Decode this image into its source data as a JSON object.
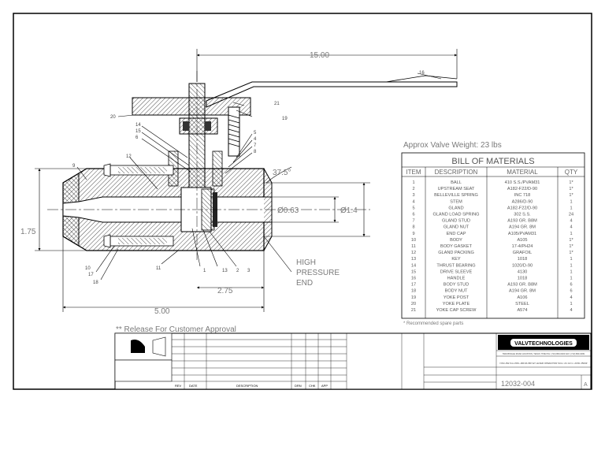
{
  "weight_note": "Approx Valve Weight: 23 lbs",
  "dims": {
    "overall_width": "15.00",
    "handle_angle": "37.5°",
    "bore": "Ø0.63",
    "body_dia": "Ø1.4",
    "height": "1.75",
    "half_length": "2.75",
    "length": "5.00"
  },
  "pressure_note": [
    "HIGH",
    "PRESSURE",
    "END"
  ],
  "release_note": "** Release For Customer Approval",
  "bom": {
    "title": "BILL OF MATERIALS",
    "headers": [
      "ITEM",
      "DESCRIPTION",
      "MATERIAL",
      "QTY"
    ],
    "rows": [
      [
        "1",
        "BALL",
        "410 S.S./PVAM31",
        "1*"
      ],
      [
        "2",
        "UPSTREAM SEAT",
        "A182-F22/D-90",
        "1*"
      ],
      [
        "3",
        "BELLEVILLE SPRING",
        "INC 718",
        "1*"
      ],
      [
        "4",
        "STEM",
        "A286/D-90",
        "1"
      ],
      [
        "5",
        "GLAND",
        "A182-F22/D-90",
        "1"
      ],
      [
        "6",
        "GLAND LOAD SPRING",
        "302 S.S.",
        "24"
      ],
      [
        "7",
        "GLAND STUD",
        "A193 GR. B8M",
        "4"
      ],
      [
        "8",
        "GLAND NUT",
        "A194 GR. 8M",
        "4"
      ],
      [
        "9",
        "END CAP",
        "A105/PVAM31",
        "1"
      ],
      [
        "10",
        "BODY",
        "A105",
        "1*"
      ],
      [
        "11",
        "BODY GASKET",
        "17-4/PH24",
        "1*"
      ],
      [
        "12",
        "GLAND PACKING",
        "GRAFOIL",
        "1*"
      ],
      [
        "13",
        "KEY",
        "1018",
        "1"
      ],
      [
        "14",
        "THRUST BEARING",
        "1020/D-90",
        "1"
      ],
      [
        "15",
        "DRIVE SLEEVE",
        "4130",
        "1"
      ],
      [
        "16",
        "HANDLE",
        "1018",
        "1"
      ],
      [
        "17",
        "BODY STUD",
        "A193 GR. B8M",
        "6"
      ],
      [
        "18",
        "BODY NUT",
        "A194 GR. 8M",
        "6"
      ],
      [
        "19",
        "YOKE POST",
        "A106",
        "4"
      ],
      [
        "20",
        "YOKE PLATE",
        "STEEL",
        "1"
      ],
      [
        "21",
        "YOKE CAP SCREW",
        "A574",
        "4"
      ]
    ],
    "footnote": "* Recommended spare parts"
  },
  "title_block": {
    "company": "VALVTECHNOLOGIES",
    "address": "5904 BINGLE ROAD HOUSTON, TEXAS 77092  PH: (713) 860-0400 FAX: (713) 860-0499",
    "description": "NSC-0W-S1-LS5/L-00F4K-BD  W/ LEVER OPERATOR  SCH. 24 1/2 in. ANSI 2500#",
    "drawing_no": "12032-004",
    "sheet": "A"
  },
  "revision_headers": [
    "REV",
    "DATE",
    "DESCRIPTION",
    "DRN",
    "CHK",
    "APP"
  ],
  "callouts": [
    "14",
    "15",
    "6",
    "5",
    "4",
    "7",
    "8",
    "2",
    "3",
    "1",
    "12",
    "11",
    "17",
    "18",
    "16",
    "19",
    "20",
    "21",
    "9",
    "10",
    "13"
  ]
}
